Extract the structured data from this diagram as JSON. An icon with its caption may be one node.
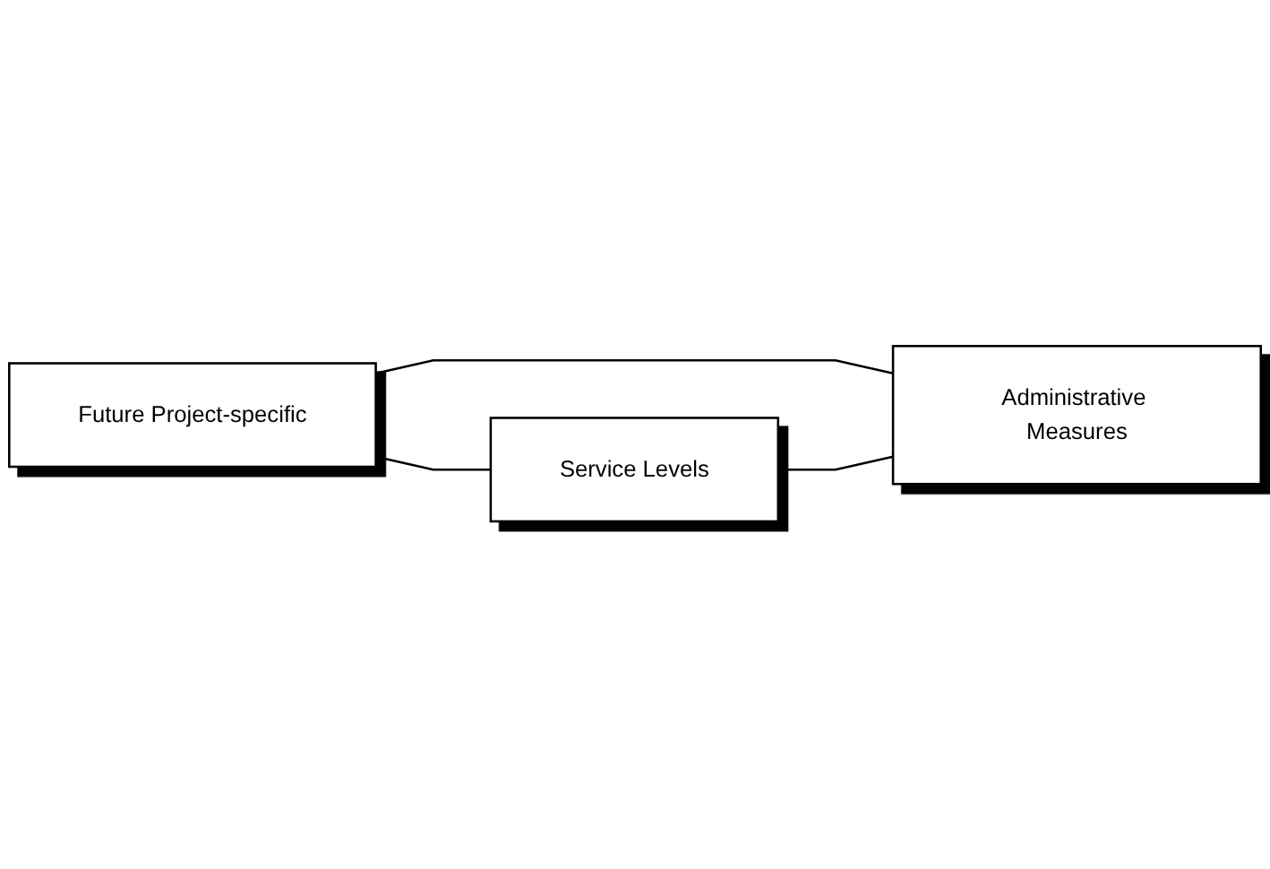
{
  "diagram": {
    "nodes": [
      {
        "text": [
          "Future Project-specific"
        ]
      },
      {
        "text": [
          "Service Levels"
        ]
      },
      {
        "text": [
          "Administrative Measures"
        ]
      }
    ],
    "edges": [
      {
        "from": 0,
        "to": 1,
        "arrow": "none"
      },
      {
        "from": 0,
        "to": 2,
        "arrow": "none"
      },
      {
        "from": 1,
        "to": 2,
        "arrow": "none"
      }
    ]
  }
}
